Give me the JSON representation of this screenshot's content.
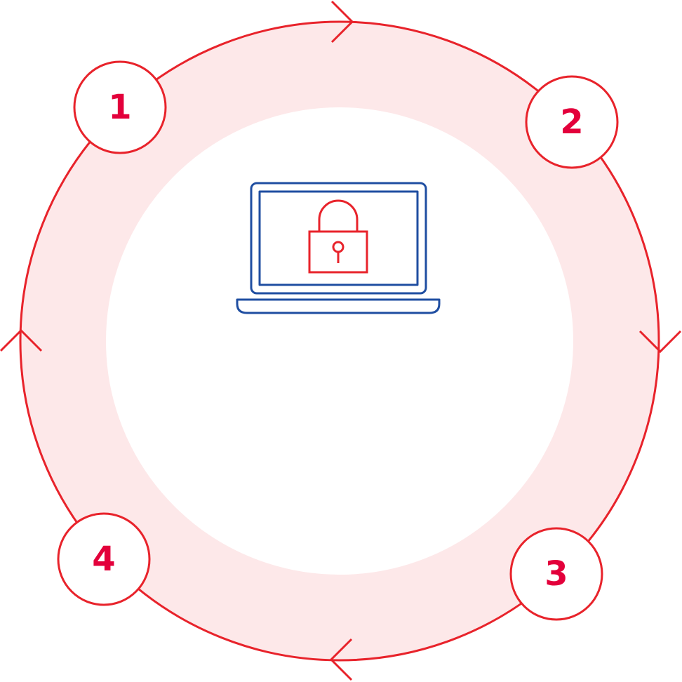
{
  "colors": {
    "accent": "#e8232b",
    "ring_fill": "#fde8e9",
    "number": "#e3003b",
    "laptop": "#1f4ea1",
    "lock": "#e8232b",
    "background": "#ffffff"
  },
  "center_icon": "laptop-lock-icon",
  "steps": [
    {
      "number": "1"
    },
    {
      "number": "2"
    },
    {
      "number": "3"
    },
    {
      "number": "4"
    }
  ]
}
